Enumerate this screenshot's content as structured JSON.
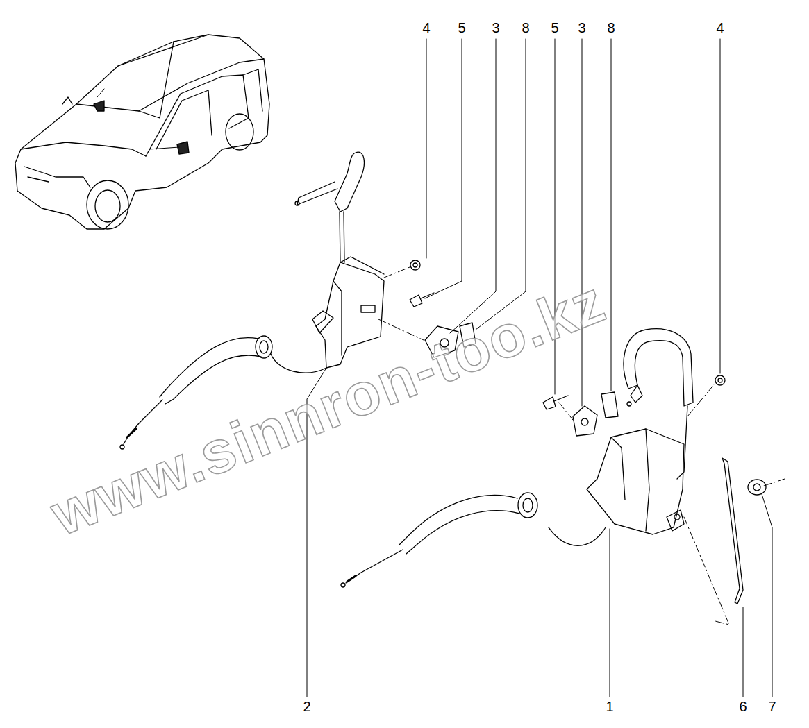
{
  "diagram": {
    "labels": [
      "4",
      "5",
      "3",
      "8",
      "5",
      "3",
      "8",
      "4",
      "2",
      "1",
      "6",
      "7",
      "www.sinnron-too.kz"
    ]
  }
}
